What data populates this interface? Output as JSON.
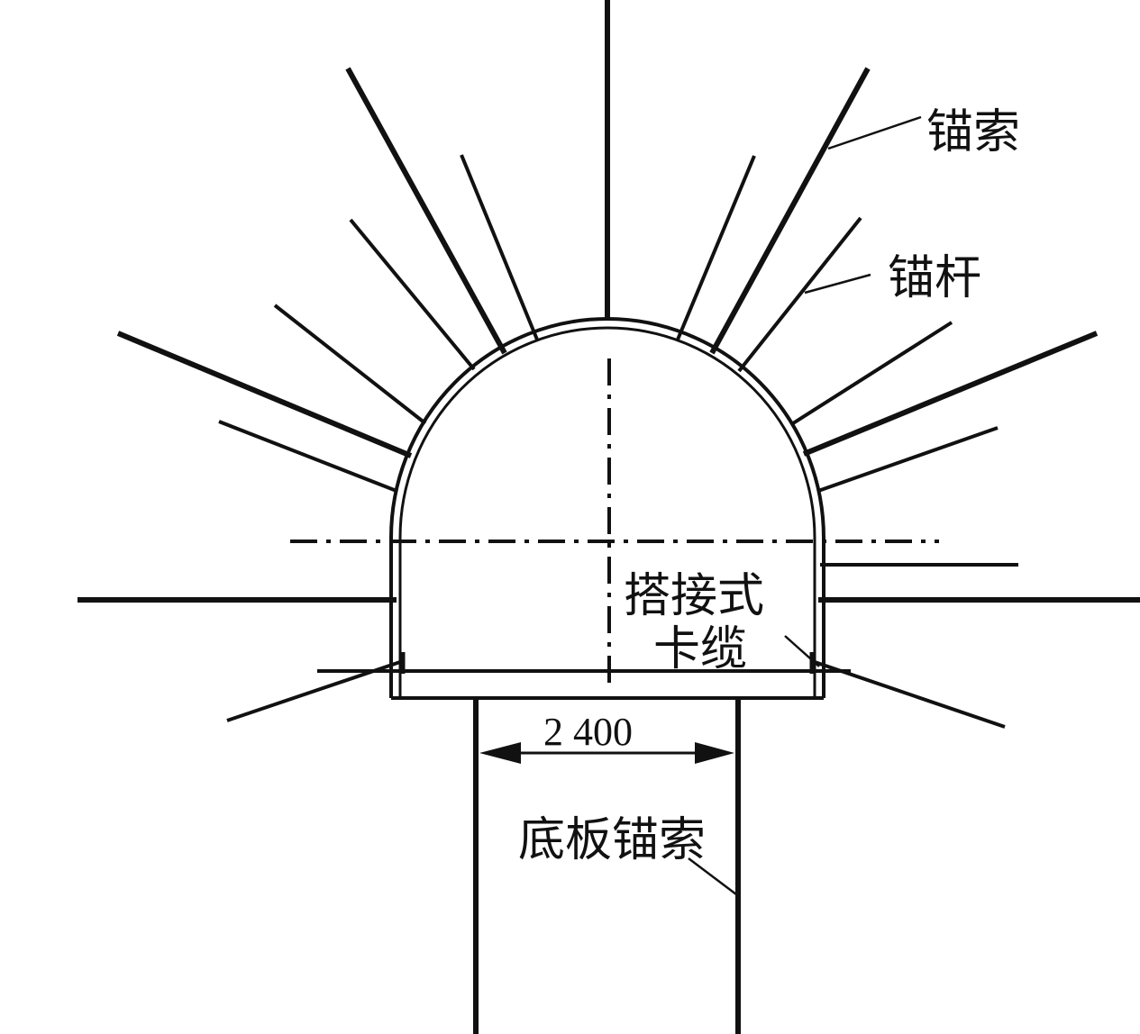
{
  "labels": {
    "anchor_cable": "锚索",
    "anchor_bolt": "锚杆",
    "lap_clamp_line1": "搭接式",
    "lap_clamp_line2": "卡缆",
    "floor_anchor_cable": "底板锚索",
    "dimension": "2 400"
  },
  "colors": {
    "stroke": "#111111",
    "background": "#ffffff"
  }
}
